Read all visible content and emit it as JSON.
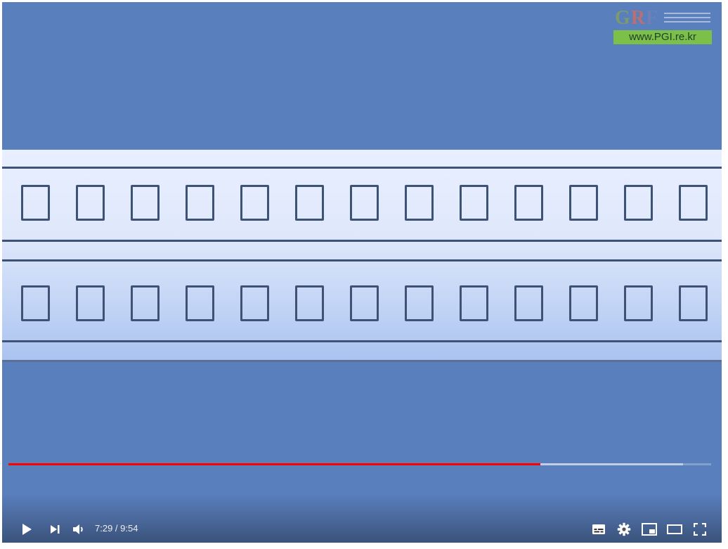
{
  "logo": {
    "letters": [
      "G",
      "R",
      "F"
    ],
    "url": "www.PGI.re.kr"
  },
  "filmstrip": {
    "frames_per_row": 13,
    "rows": 2
  },
  "player": {
    "time_current": "7:29",
    "time_separator": " / ",
    "time_total": "9:54",
    "progress_played": 0.757,
    "progress_buffered": 0.96,
    "accent_color": "#ff0000"
  },
  "icons": [
    "play-icon",
    "next-icon",
    "volume-icon",
    "subtitles-icon",
    "settings-icon",
    "miniplayer-icon",
    "theater-icon",
    "fullscreen-icon"
  ]
}
